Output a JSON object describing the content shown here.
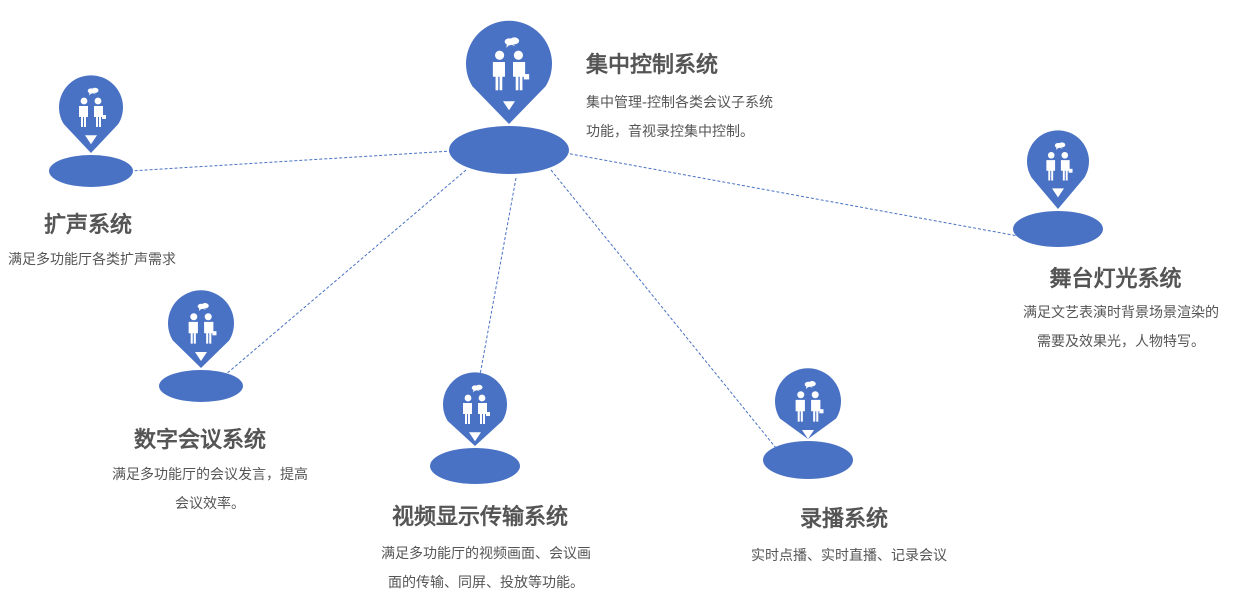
{
  "colors": {
    "accent": "#4a72c4",
    "text": "#555555"
  },
  "nodes": [
    {
      "id": "central",
      "title": "集中控制系统",
      "desc": [
        "集中管理-控制各类会议子系统",
        "功能，音视录控集中控制。"
      ],
      "icon": "business-meeting-icon"
    },
    {
      "id": "audio",
      "title": "扩声系统",
      "desc": [
        "满足多功能厅各类扩声需求"
      ],
      "icon": "business-meeting-icon"
    },
    {
      "id": "lighting",
      "title": "舞台灯光系统",
      "desc": [
        "满足文艺表演时背景场景渲染的",
        "需要及效果光，人物特写。"
      ],
      "icon": "business-meeting-icon"
    },
    {
      "id": "conference",
      "title": "数字会议系统",
      "desc": [
        "满足多功能厅的会议发言，提高",
        "会议效率。"
      ],
      "icon": "business-meeting-icon"
    },
    {
      "id": "video",
      "title": "视频显示传输系统",
      "desc": [
        "满足多功能厅的视频画面、会议画",
        "面的传输、同屏、投放等功能。"
      ],
      "icon": "business-meeting-icon"
    },
    {
      "id": "recording",
      "title": "录播系统",
      "desc": [
        "实时点播、实时直播、记录会议"
      ],
      "icon": "business-meeting-icon"
    }
  ]
}
